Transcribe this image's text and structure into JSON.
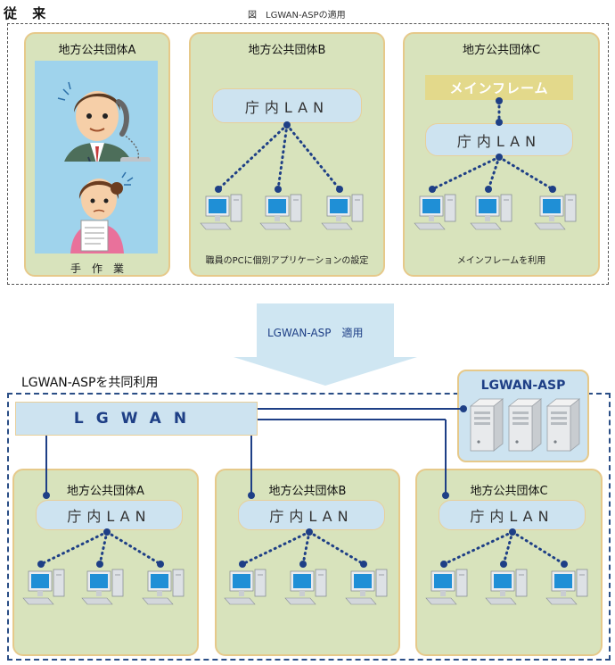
{
  "figure": {
    "title": "図　LGWAN-ASPの適用",
    "before_label": "従 来",
    "transition_label": "LGWAN-ASP　適用",
    "after_label": "LGWAN-ASPを共同利用"
  },
  "before": {
    "org_a": {
      "title": "地方公共団体A",
      "caption": "手　作　業"
    },
    "org_b": {
      "title": "地方公共団体B",
      "lan": "庁内LAN",
      "caption": "職員のPCに個別アプリケーションの設定"
    },
    "org_c": {
      "title": "地方公共団体C",
      "mainframe": "メインフレーム",
      "lan": "庁内LAN",
      "caption": "メインフレームを利用"
    }
  },
  "after": {
    "lgwan": "LGWAN",
    "asp": "LGWAN-ASP",
    "orgs": [
      {
        "title": "地方公共団体A",
        "lan": "庁内LAN"
      },
      {
        "title": "地方公共団体B",
        "lan": "庁内LAN"
      },
      {
        "title": "地方公共団体C",
        "lan": "庁内LAN"
      }
    ]
  },
  "colors": {
    "panel": "#d8e3bc",
    "panel_border": "#e6c98a",
    "lan": "#cde3f0",
    "link": "#1e3f86",
    "mainframe": "#e3d98b",
    "arrow": "#cfe6f2"
  },
  "icons": [
    "desktop-pc-icon",
    "server-icon",
    "person-on-phone-icon",
    "person-with-document-icon"
  ]
}
